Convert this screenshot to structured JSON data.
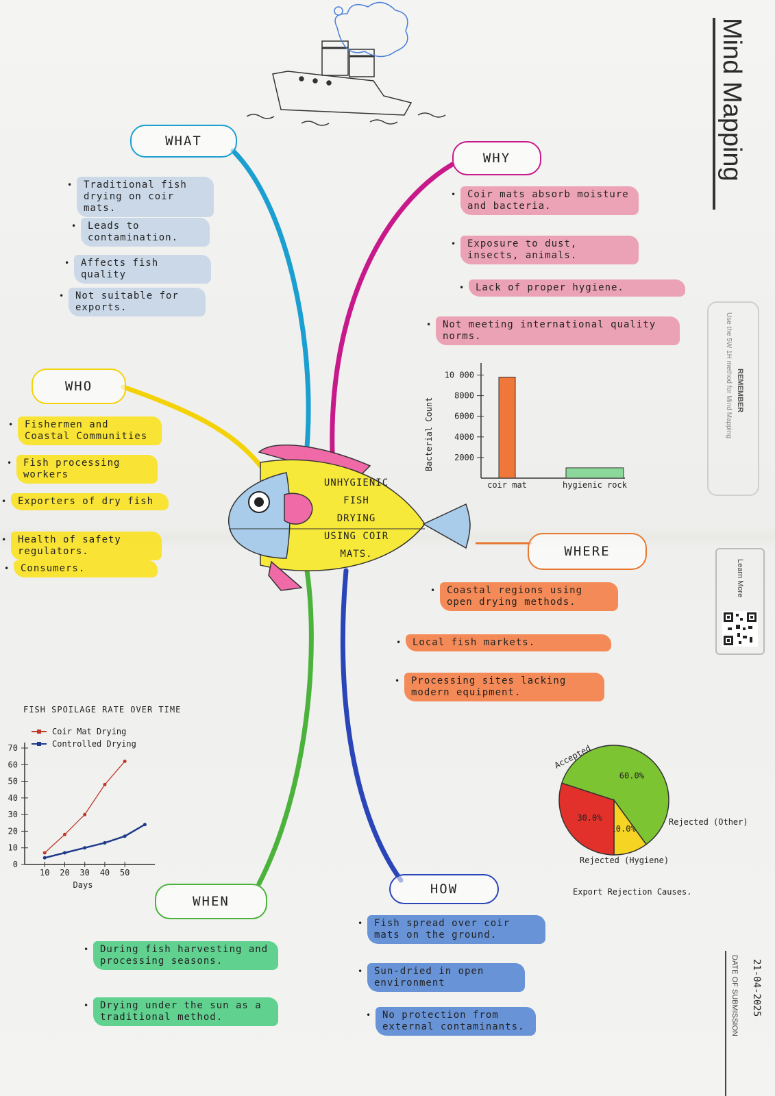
{
  "header": {
    "title": "Mind Mapping"
  },
  "remember": {
    "heading": "REMEMBER",
    "text": "Use the 5W 1H method for Mind Mapping"
  },
  "learn_more": {
    "label": "Learn More"
  },
  "submission": {
    "date": "21-04-2025",
    "label": "DATE OF SUBMISSION"
  },
  "center": {
    "lines": [
      "UNHYGIENIC",
      "FISH",
      "DRYING",
      "USING COIR",
      "MATS."
    ]
  },
  "branches": {
    "what": {
      "label": "WHAT",
      "items": [
        "Traditional fish drying on coir mats.",
        "Leads to contamination.",
        "Affects fish quality",
        "Not suitable for exports."
      ]
    },
    "why": {
      "label": "WHY",
      "items": [
        "Coir mats absorb moisture and bacteria.",
        "Exposure to dust, insects, animals.",
        "Lack of proper hygiene.",
        "Not meeting international quality norms."
      ]
    },
    "who": {
      "label": "WHO",
      "items": [
        "Fishermen and Coastal Communities",
        "Fish processing workers",
        "Exporters of dry fish",
        "Health of safety regulators.",
        "Consumers."
      ]
    },
    "where": {
      "label": "WHERE",
      "items": [
        "Coastal regions using open drying methods.",
        "Local fish markets.",
        "Processing sites lacking modern equipment."
      ]
    },
    "when": {
      "label": "WHEN",
      "items": [
        "During fish harvesting and processing seasons.",
        "Drying under the sun as a traditional method."
      ]
    },
    "how": {
      "label": "HOW",
      "items": [
        "Fish spread over coir mats on the ground.",
        "Sun-dried in open environment",
        "No protection from external contaminants."
      ]
    }
  },
  "colors": {
    "what": "#1a9fd0",
    "why": "#c8198a",
    "who": "#f4d20a",
    "where": "#e8782f",
    "when": "#4bb23c",
    "how": "#2a45b8",
    "fish_body": "#f7e93a",
    "fish_fin": "#f06aa8",
    "fish_head": "#a9ccea"
  },
  "chart_data": [
    {
      "type": "bar",
      "categories": [
        "coir mat",
        "hygienic rock"
      ],
      "values": [
        9800,
        1000
      ],
      "ylabel": "Bacterial Count",
      "yticks": [
        "2000",
        "4000",
        "6000",
        "8000",
        "10 000"
      ],
      "ylim": [
        0,
        10500
      ],
      "colors": [
        "#f0773a",
        "#8cd89a"
      ]
    },
    {
      "type": "line",
      "title": "FISH SPOILAGE RATE OVER TIME",
      "xlabel": "Days",
      "xticks": [
        "10",
        "20",
        "30",
        "40",
        "50"
      ],
      "yticks": [
        "0",
        "10",
        "20",
        "30",
        "40",
        "50",
        "60",
        "70"
      ],
      "series": [
        {
          "name": "Coir Mat Drying",
          "color": "#c0392b",
          "x": [
            10,
            20,
            30,
            40,
            50
          ],
          "y": [
            7,
            18,
            30,
            48,
            62
          ]
        },
        {
          "name": "Controlled Drying",
          "color": "#1e3a8a",
          "x": [
            10,
            20,
            30,
            40,
            50,
            60
          ],
          "y": [
            4,
            7,
            10,
            13,
            17,
            24
          ]
        }
      ],
      "xlim": [
        0,
        65
      ],
      "ylim": [
        0,
        70
      ]
    },
    {
      "type": "pie",
      "title": "Export Rejection Causes.",
      "labels": [
        "Accepted",
        "Rejected (Other)",
        "Rejected (Hygiene)"
      ],
      "values": [
        60,
        10,
        30
      ],
      "value_labels": [
        "60.0%",
        "10.0%",
        "30.0%"
      ],
      "colors": [
        "#7dc433",
        "#f6d424",
        "#e2312b"
      ]
    }
  ]
}
